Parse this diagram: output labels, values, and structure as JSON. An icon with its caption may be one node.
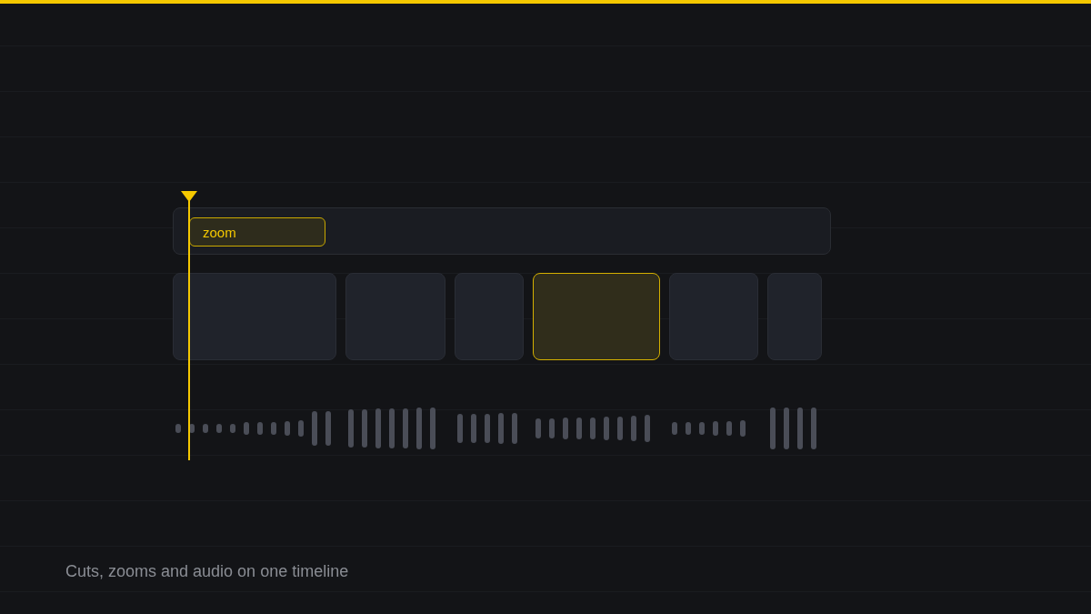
{
  "diagram": {
    "caption": "Cuts, zooms and audio on one timeline",
    "nodes": [
      {
        "text": [],
        "shape": "bar"
      },
      {
        "text": [
          "zoom"
        ],
        "in": 0
      },
      {
        "text": [],
        "shape": "box"
      },
      {
        "text": [],
        "shape": "box"
      },
      {
        "text": [],
        "shape": "box"
      },
      {
        "text": [],
        "shape": "box"
      },
      {
        "text": [],
        "shape": "box"
      },
      {
        "text": [],
        "shape": "box"
      }
    ],
    "edges": []
  }
}
